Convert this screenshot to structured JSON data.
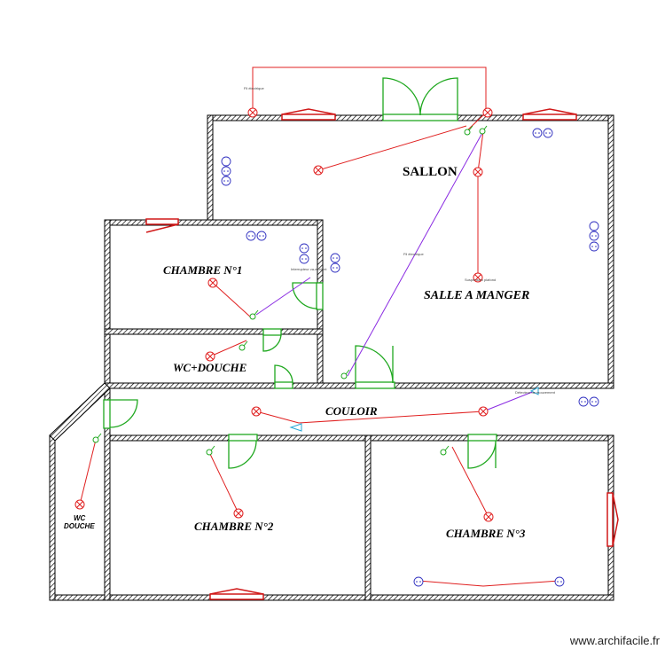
{
  "colors": {
    "wall": "#000000",
    "wall_hatch": "#000000",
    "electric": "#e02020",
    "circuit_purple": "#8a2be2",
    "door": "#1fa81f",
    "window": "#d01818",
    "outlet": "#3030c0",
    "switch": "#1fa81f"
  },
  "rooms": {
    "salon": "SALLON",
    "salle_a_manger": "SALLE A MANGER",
    "chambre1": "CHAMBRE N°1",
    "wc_douche1": "WC+DOUCHE",
    "couloir": "COULOIR",
    "chambre2": "CHAMBRE N°2",
    "chambre3": "CHAMBRE N°3",
    "wc_douche2_line1": "WC",
    "wc_douche2_line2": "DOUCHE"
  },
  "annotations": {
    "top_left": "Fil électrique",
    "salon_diag": "Fil électrique",
    "salle_pendant": "Suspension plafond",
    "chambre1_note": "Interrupteur va-et-vient",
    "couloir_note": "Détecteur de mouvement"
  },
  "icons": {
    "light_point": "light-cross-icon",
    "outlet": "outlet-icon",
    "switch": "switch-icon",
    "door_swing": "door-swing-icon",
    "window": "window-icon",
    "detector": "motion-detector-icon"
  },
  "watermark": "www.archifacile.fr"
}
